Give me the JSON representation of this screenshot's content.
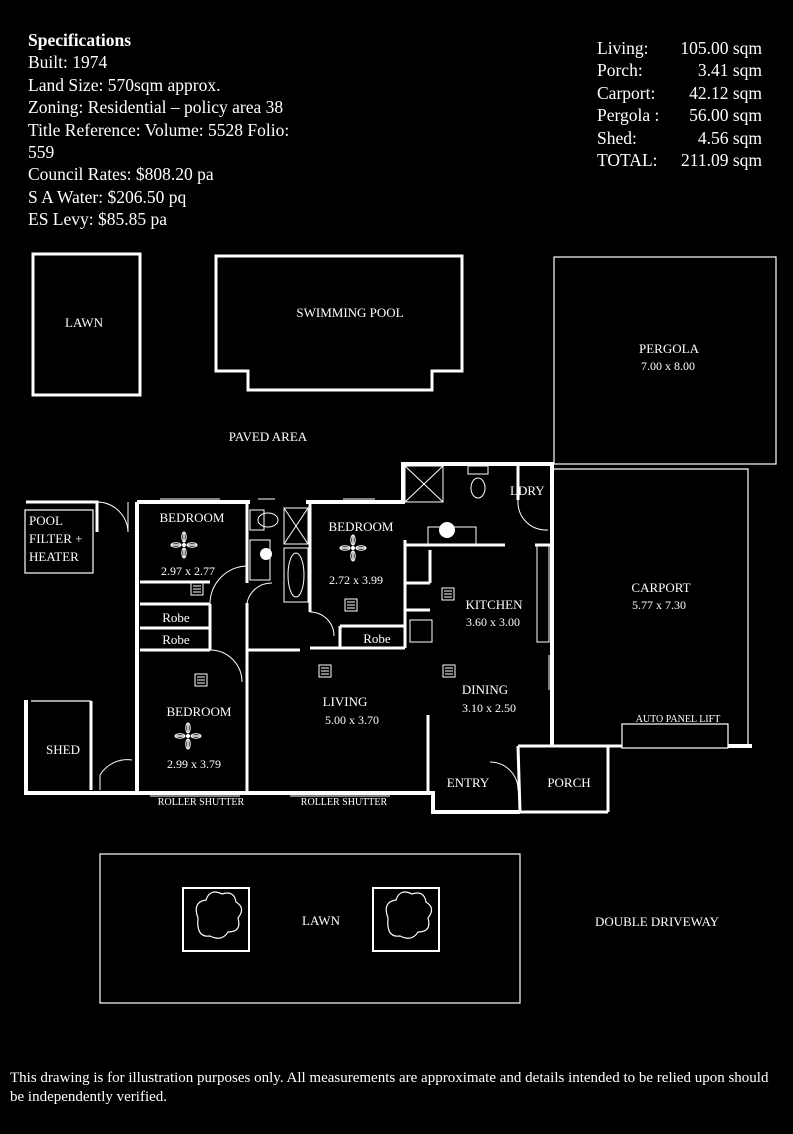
{
  "specifications": {
    "heading": "Specifications",
    "lines": [
      "Built: 1974",
      "Land Size: 570sqm approx.",
      "Zoning: Residential – policy area 38",
      "Title Reference: Volume: 5528 Folio:",
      "559",
      "Council Rates: $808.20  pa",
      "S A Water: $206.50  pq",
      "ES Levy: $85.85 pa"
    ]
  },
  "areas": [
    {
      "label": "Living:",
      "value": "105.00 sqm"
    },
    {
      "label": "Porch:",
      "value": "3.41 sqm"
    },
    {
      "label": "Carport:",
      "value": "42.12 sqm"
    },
    {
      "label": "Pergola :",
      "value": "56.00 sqm"
    },
    {
      "label": "Shed:",
      "value": "4.56 sqm"
    },
    {
      "label": "TOTAL:",
      "value": "211.09 sqm"
    }
  ],
  "plan": {
    "lawn_rear": "LAWN",
    "swimming_pool": "SWIMMING POOL",
    "pergola": "PERGOLA",
    "pergola_dim": "7.00 x 8.00",
    "paved_area": "PAVED AREA",
    "pool_filter": [
      "POOL",
      "FILTER +",
      "HEATER"
    ],
    "bedroom1": "BEDROOM",
    "bedroom1_dim": "2.97 x 2.77",
    "bedroom2": "BEDROOM",
    "bedroom2_dim": "2.72 x 3.99",
    "bedroom3": "BEDROOM",
    "bedroom3_dim": "2.99 x 3.79",
    "robe1": "Robe",
    "robe2": "Robe",
    "robe3": "Robe",
    "ldry": "LDRY",
    "kitchen": "KITCHEN",
    "kitchen_dim": "3.60 x 3.00",
    "living": "LIVING",
    "living_dim": "5.00 x 3.70",
    "dining": "DINING",
    "dining_dim": "3.10 x 2.50",
    "carport": "CARPORT",
    "carport_dim": "5.77 x 7.30",
    "auto_panel_lift": "AUTO PANEL LIFT",
    "shed": "SHED",
    "entry": "ENTRY",
    "porch": "PORCH",
    "roller_shutter_1": "ROLLER SHUTTER",
    "roller_shutter_2": "ROLLER SHUTTER",
    "lawn_front": "LAWN",
    "double_driveway": "DOUBLE DRIVEWAY"
  },
  "disclaimer": "This drawing is for illustration purposes only. All measurements are approximate and details intended to be relied upon should be independently verified."
}
